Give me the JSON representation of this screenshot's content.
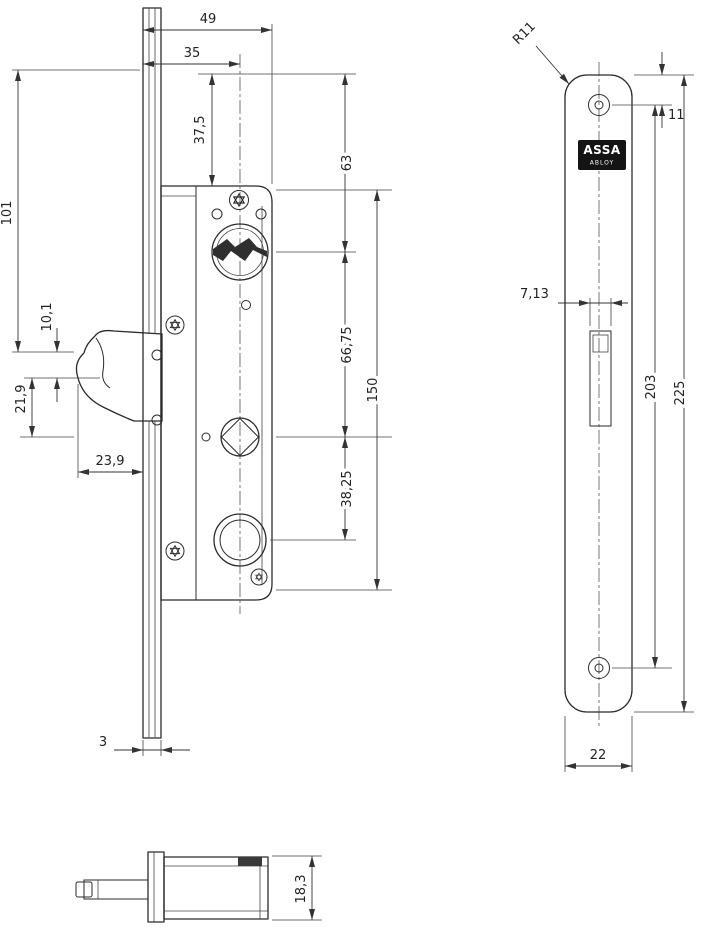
{
  "drawing": {
    "background": "#ffffff",
    "ink_color": "#2b2b2b"
  },
  "brand": {
    "line1": "ASSA",
    "line2": "ABLOY"
  },
  "dims": {
    "side": {
      "case_depth": "49",
      "backset": "35",
      "top_offset": "37,5",
      "cylinder_offset": "63",
      "hook_top": "101",
      "hook_tip": "10,1",
      "hook_gap": "21,9",
      "hook_throw": "23,9",
      "cylinder_to_spindle": "66,75",
      "case_length": "150",
      "spindle_offset": "38,25",
      "faceplate_thickness": "3"
    },
    "front": {
      "corner_radius": "R11",
      "top_to_hole": "11",
      "slot_width": "7,13",
      "hole_pitch": "203",
      "plate_length": "225",
      "plate_width": "22"
    },
    "bottom": {
      "thickness": "18,3"
    }
  }
}
